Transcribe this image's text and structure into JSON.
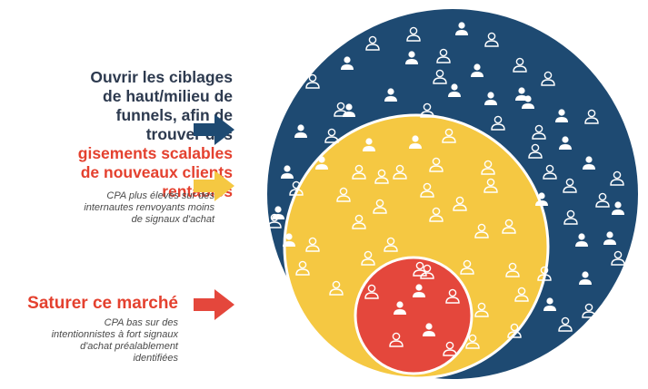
{
  "top_text": {
    "lines_dark": [
      "Ouvrir les ciblages",
      "de haut/milieu de",
      "funnels, afin de",
      "trouver des"
    ],
    "lines_red": [
      "gisements scalables",
      "de nouveaux clients",
      "rentables"
    ],
    "note_lines": [
      "CPA plus élevés sur des",
      "internautes renvoyants moins",
      "de signaux d'achat"
    ]
  },
  "bottom_text": {
    "title": "Saturer ce marché",
    "note_lines": [
      "CPA bas sur des",
      "intentionnistes à fort signaux",
      "d'achat préalablement",
      "identifiées"
    ]
  },
  "colors": {
    "outer_circle": "#1e4a72",
    "middle_circle": "#f5c842",
    "inner_circle": "#e4473c",
    "arrow_top": "#1e4a72",
    "arrow_middle": "#f5c842",
    "arrow_bottom": "#e4473c",
    "person_icon": "#ffffff"
  },
  "icons": {
    "person": "person-icon"
  }
}
